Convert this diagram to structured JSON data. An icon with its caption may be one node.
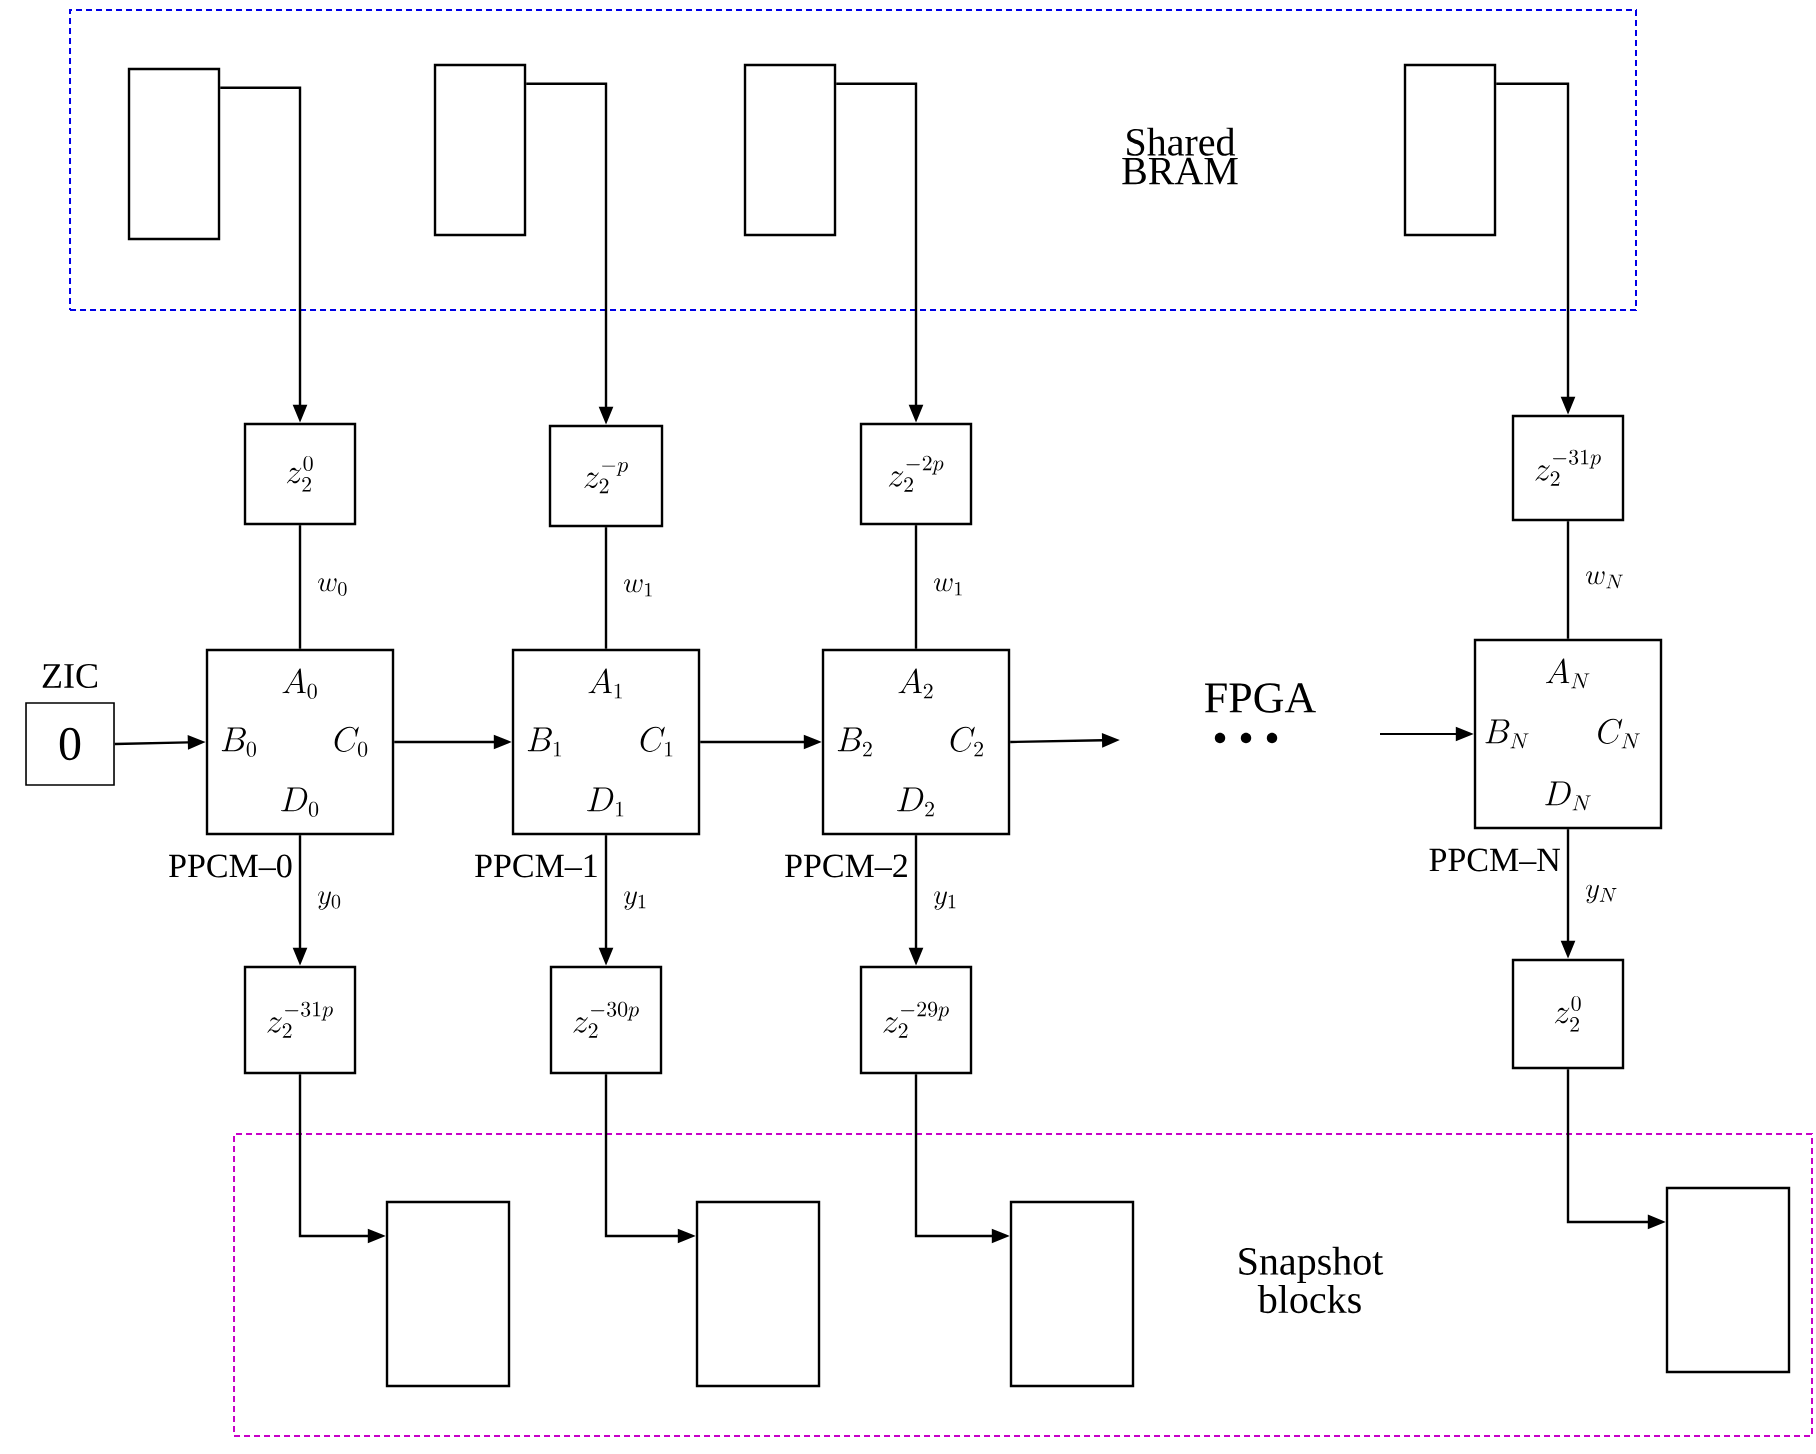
{
  "diagram": {
    "nodes": [
      {
        "text": [
          "Shared BRAM"
        ]
      },
      {
        "text": [],
        "shape": "box",
        "in": 0
      },
      {
        "text": [],
        "shape": "box",
        "in": 0
      },
      {
        "text": [],
        "shape": "box",
        "in": 0
      },
      {
        "text": [],
        "shape": "box",
        "in": 0
      },
      {
        "text": [
          "z_2^{0}"
        ]
      },
      {
        "text": [
          "z_2^{-p}"
        ]
      },
      {
        "text": [
          "z_2^{-2p}"
        ]
      },
      {
        "text": [
          "z_2^{-31p}"
        ]
      },
      {
        "text": [
          "ZIC",
          "0"
        ]
      },
      {
        "text": [
          "A_0",
          "B_0",
          "C_0",
          "D_0"
        ],
        "beside": [
          "PPCM–0"
        ]
      },
      {
        "text": [
          "A_1",
          "B_1",
          "C_1",
          "D_1"
        ],
        "beside": [
          "PPCM–1"
        ]
      },
      {
        "text": [
          "A_2",
          "B_2",
          "C_2",
          "D_2"
        ],
        "beside": [
          "PPCM–2"
        ]
      },
      {
        "text": [
          "A_N",
          "B_N",
          "C_N",
          "D_N"
        ],
        "beside": [
          "PPCM–N"
        ]
      },
      {
        "text": [
          "z_2^{-31p}"
        ]
      },
      {
        "text": [
          "z_2^{-30p}"
        ]
      },
      {
        "text": [
          "z_2^{-29p}"
        ]
      },
      {
        "text": [
          "z_2^{0}"
        ]
      },
      {
        "text": [
          "Snapshot blocks"
        ]
      },
      {
        "text": [],
        "shape": "box",
        "in": 18
      },
      {
        "text": [],
        "shape": "box",
        "in": 18
      },
      {
        "text": [],
        "shape": "box",
        "in": 18
      },
      {
        "text": [],
        "shape": "box",
        "in": 18
      }
    ],
    "edges": [
      {
        "from": 1,
        "to": 5,
        "arrow": "to"
      },
      {
        "from": 2,
        "to": 6,
        "arrow": "to"
      },
      {
        "from": 3,
        "to": 7,
        "arrow": "to"
      },
      {
        "from": 4,
        "to": 8,
        "arrow": "to"
      },
      {
        "from": 5,
        "to": 10,
        "arrow": "none",
        "label": "w_0"
      },
      {
        "from": 6,
        "to": 11,
        "arrow": "none",
        "label": "w_1"
      },
      {
        "from": 7,
        "to": 12,
        "arrow": "none",
        "label": "w_1"
      },
      {
        "from": 8,
        "to": 13,
        "arrow": "none",
        "label": "w_N"
      },
      {
        "from": 9,
        "to": 10,
        "arrow": "to"
      },
      {
        "from": 10,
        "to": 11,
        "arrow": "to"
      },
      {
        "from": 11,
        "to": 12,
        "arrow": "to"
      },
      {
        "from": 12,
        "to": null,
        "arrow": "to"
      },
      {
        "from": null,
        "to": 13,
        "arrow": "to"
      },
      {
        "from": 10,
        "to": 14,
        "arrow": "to",
        "label": "y_0"
      },
      {
        "from": 11,
        "to": 15,
        "arrow": "to",
        "label": "y_1"
      },
      {
        "from": 12,
        "to": 16,
        "arrow": "to",
        "label": "y_1"
      },
      {
        "from": 13,
        "to": 17,
        "arrow": "to",
        "label": "y_N"
      },
      {
        "from": 14,
        "to": 19,
        "arrow": "to"
      },
      {
        "from": 15,
        "to": 20,
        "arrow": "to"
      },
      {
        "from": 16,
        "to": 21,
        "arrow": "to"
      },
      {
        "from": 17,
        "to": 22,
        "arrow": "to"
      }
    ],
    "labels": [
      "FPGA"
    ]
  }
}
